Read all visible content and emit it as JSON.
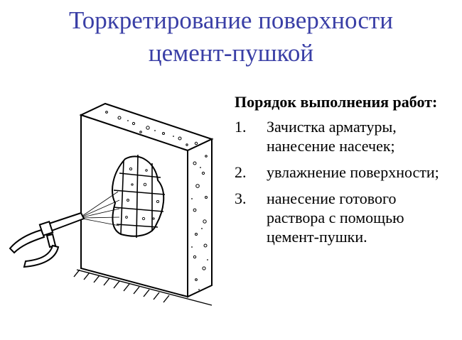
{
  "slide": {
    "title_line1": "Торкретирование поверхности",
    "title_line2": "цемент-пушкой",
    "heading": "Порядок выполнения работ:",
    "steps": [
      {
        "num": "1.",
        "text": "Зачистка арматуры, нанесение насечек;"
      },
      {
        "num": "2.",
        "text": "увлажнение поверхности;"
      },
      {
        "num": "3.",
        "text": "нанесение готового раствора с помощью цемент-пушки."
      }
    ]
  },
  "colors": {
    "title": "#3a3fa6",
    "text": "#000000",
    "background": "#ffffff"
  },
  "icons": {
    "illustration": "cement-gun-spraying-wall-illustration"
  }
}
